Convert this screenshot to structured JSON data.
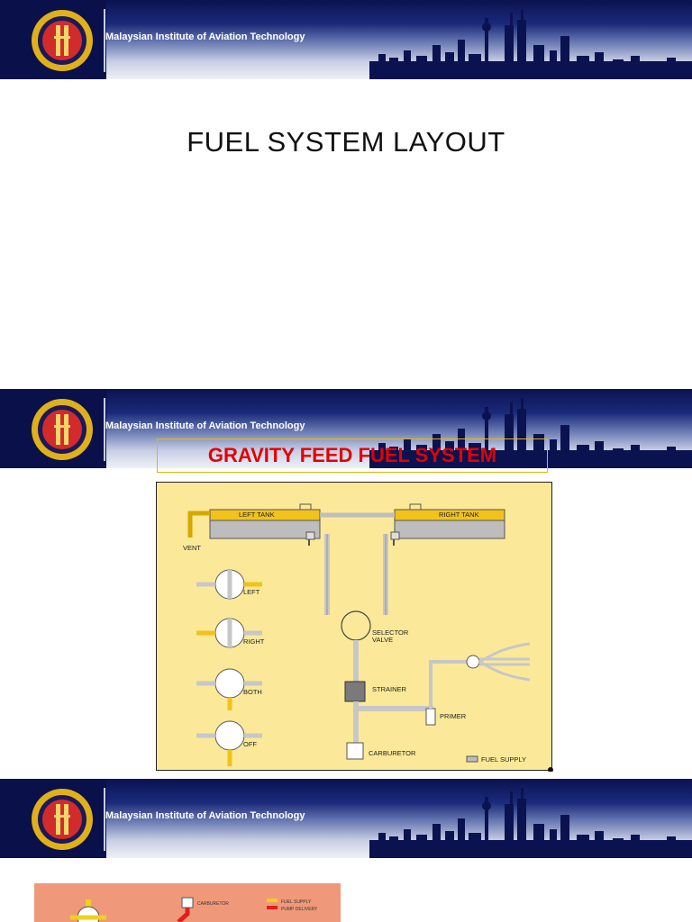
{
  "header": {
    "institute_name": "Malaysian Institute of Aviation Technology"
  },
  "slide1": {
    "title": "FUEL SYSTEM LAYOUT"
  },
  "slide2": {
    "title": "GRAVITY FEED FUEL SYSTEM",
    "labels": {
      "left_tank": "LEFT TANK",
      "right_tank": "RIGHT TANK",
      "vent": "VENT",
      "left": "LEFT",
      "right": "RIGHT",
      "both": "BOTH",
      "off": "OFF",
      "selector_valve_1": "SELECTOR",
      "selector_valve_2": "VALVE",
      "strainer": "STRAINER",
      "primer": "PRIMER",
      "carburetor": "CARBURETOR",
      "legend_fuel_supply": "FUEL SUPPLY"
    }
  },
  "slide3": {
    "labels": {
      "carburetor": "CARBURETOR",
      "legend_fuel_supply": "FUEL SUPPLY",
      "legend_pump_delivery": "PUMP DELIVERY"
    },
    "legend_colors": {
      "fuel_supply": "#f0d020",
      "pump_delivery": "#e02020"
    }
  },
  "colors": {
    "diagram_bg": "#fbe999",
    "pipe": "#c7c7c7",
    "fuel_yellow": "#f2c21a",
    "slide3_bg": "#f0997a",
    "title_red": "#e40000"
  }
}
